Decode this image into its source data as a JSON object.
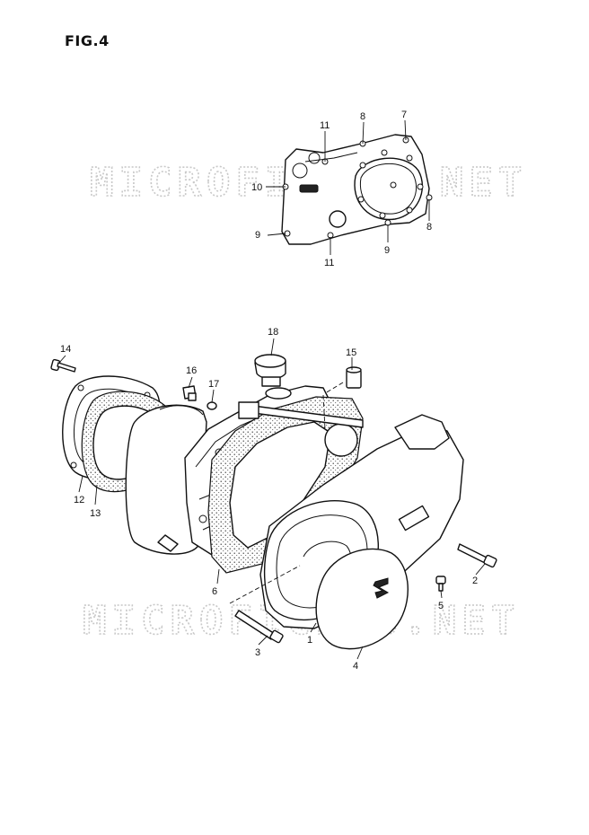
{
  "figure": {
    "title": "FIG.4"
  },
  "watermark": {
    "text": "MICROFICHES.NET",
    "color": "#c8c8c8"
  },
  "callouts": {
    "c1": "1",
    "c2": "2",
    "c3": "3",
    "c4": "4",
    "c5": "5",
    "c6": "6",
    "c7": "7",
    "c8a": "8",
    "c8b": "8",
    "c9a": "9",
    "c9b": "9",
    "c10": "10",
    "c11a": "11",
    "c11b": "11",
    "c12": "12",
    "c13": "13",
    "c14": "14",
    "c15": "15",
    "c16": "16",
    "c17": "17",
    "c18": "18"
  }
}
